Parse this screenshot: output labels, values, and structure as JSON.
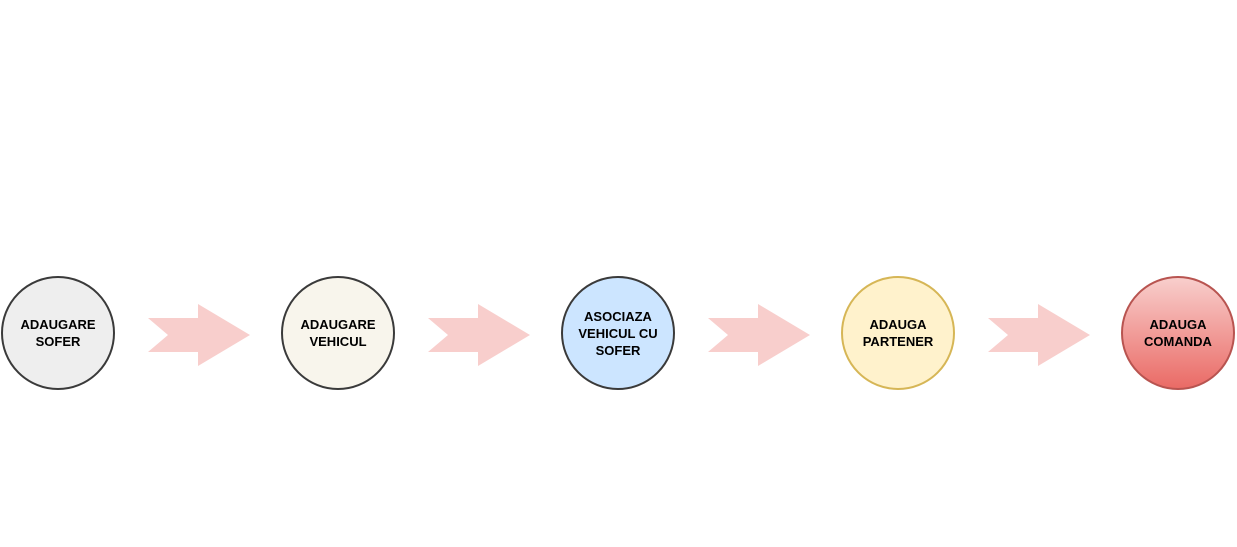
{
  "steps": [
    {
      "label": "ADAUGARE\nSOFER",
      "fill": "#eeeeee",
      "stroke": "#3a3a3a"
    },
    {
      "label": "ADAUGARE\nVEHICUL",
      "fill": "#f8f5ec",
      "stroke": "#3a3a3a"
    },
    {
      "label": "ASOCIAZA\nVEHICUL CU\nSOFER",
      "fill": "#cce5ff",
      "stroke": "#3a3a3a"
    },
    {
      "label": "ADAUGA\nPARTENER",
      "fill": "#fff2cc",
      "stroke": "#d6b656"
    },
    {
      "label": "ADAUGA\nCOMANDA",
      "fill_top": "#f8cecc",
      "fill_bottom": "#ea6b66",
      "stroke": "#b85450"
    }
  ],
  "arrows": {
    "count": 4,
    "fill": "#f8cecc"
  }
}
